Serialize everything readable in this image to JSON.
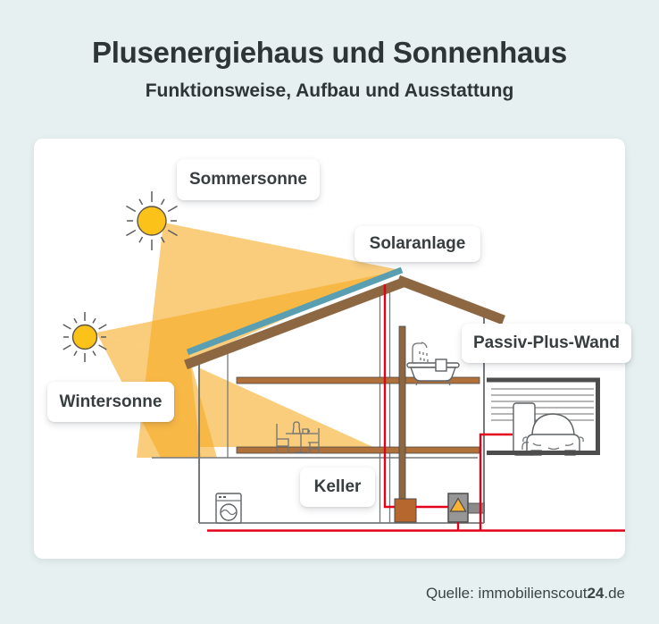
{
  "header": {
    "title": "Plusenergiehaus und Sonnenhaus",
    "subtitle": "Funktionsweise, Aufbau und Ausstattung"
  },
  "labels": {
    "sommersonne": "Sommersonne",
    "solaranlage": "Solaranlage",
    "passiv_plus_wand": "Passiv-Plus-Wand",
    "wintersonne": "Wintersonne",
    "keller": "Keller"
  },
  "footer": {
    "source_prefix": "Quelle: immobilienscout",
    "source_bold": "24",
    "source_suffix": ".de"
  },
  "colors": {
    "page_bg": "#E6F0F0",
    "card_bg": "#FFFFFF",
    "sun": "#FBC21A",
    "beam": "#F6A81F",
    "solar_panel": "#5A9FB1",
    "roof": "#8D6742",
    "floor": "#B0703A",
    "pipe_red": "#E2001A",
    "boiler": "#B5672D",
    "device": "#969696",
    "warning": "#F9B234"
  }
}
